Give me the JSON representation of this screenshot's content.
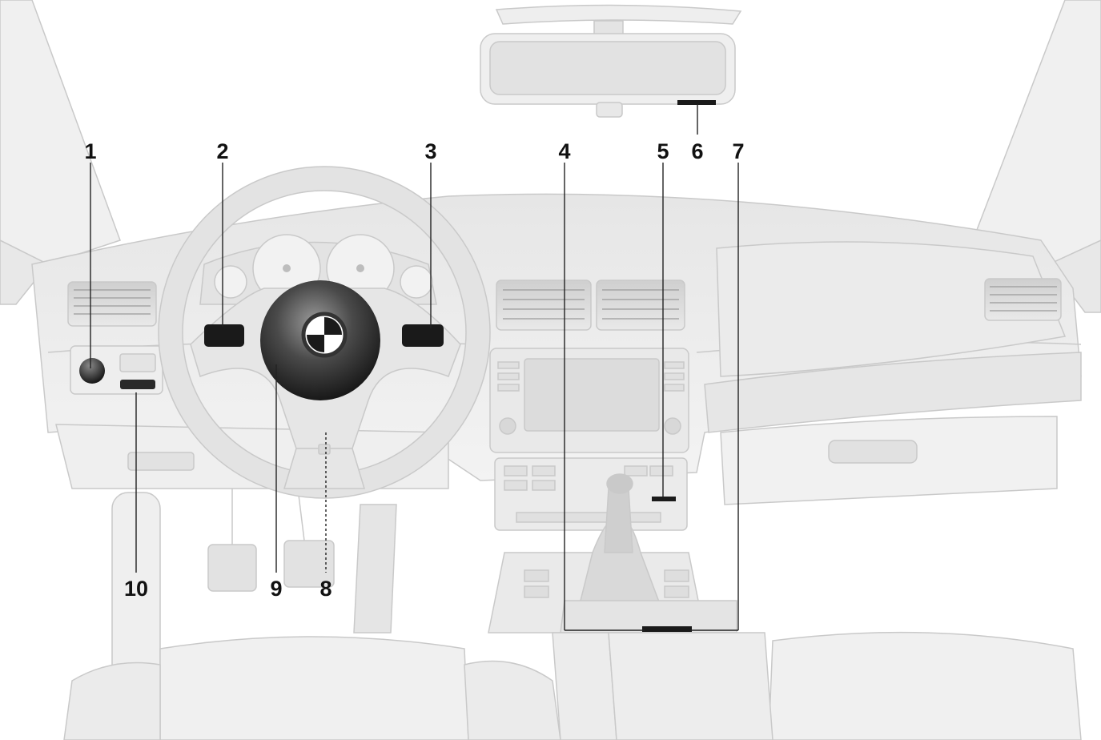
{
  "callouts": {
    "c1": "1",
    "c2": "2",
    "c3": "3",
    "c4": "4",
    "c5": "5",
    "c6": "6",
    "c7": "7",
    "c8": "8",
    "c9": "9",
    "c10": "10"
  },
  "colors": {
    "background": "#ffffff",
    "interior_light": "#ececec",
    "interior_mid": "#dcdcdc",
    "control_dark": "#1a1a1a",
    "callout_text": "#111111"
  }
}
